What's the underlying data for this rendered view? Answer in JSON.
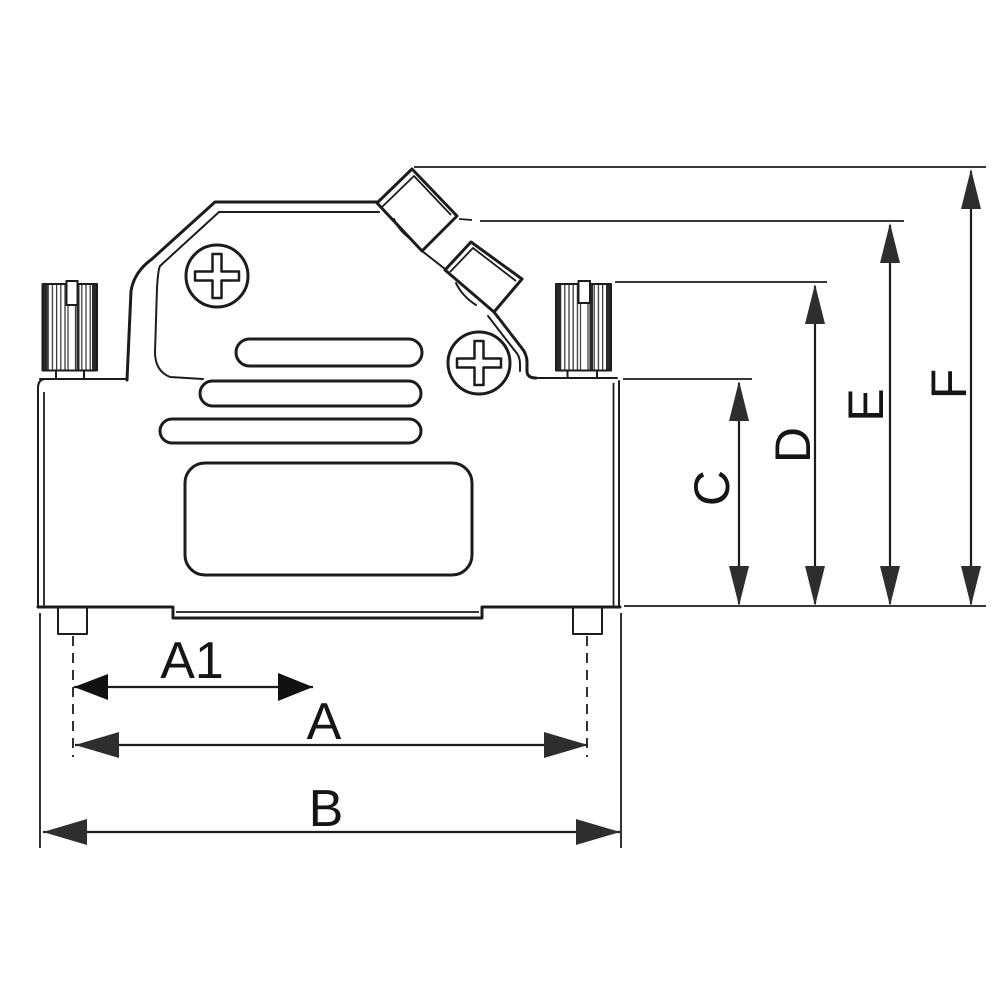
{
  "labels": {
    "a1": "A1",
    "a": "A",
    "b": "B",
    "c": "C",
    "d": "D",
    "e": "E",
    "f": "F"
  },
  "colors": {
    "line": "#1c1c1c",
    "text": "#151515",
    "arrow": "#2e2e2e",
    "arrow_solid": "#111111",
    "background": "#ffffff"
  },
  "dimensions": {
    "horizontal": [
      "A1",
      "A",
      "B"
    ],
    "vertical": [
      "C",
      "D",
      "E",
      "F"
    ]
  }
}
